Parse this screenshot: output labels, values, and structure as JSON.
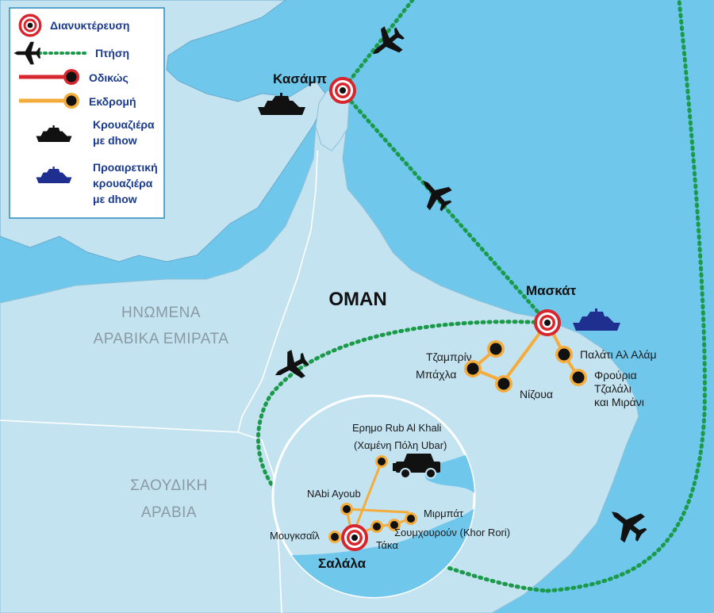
{
  "legend": {
    "stop": "Διανυκτέρευση",
    "flight": "Πτήση",
    "road": "Οδικώς",
    "excursion": "Εκδρομή",
    "cruise_line1": "Κρουαζιέρα",
    "cruise_line2": "με dhow",
    "optional_line1": "Προαιρετική",
    "optional_line2": "κρουαζιέρα",
    "optional_line3": "με dhow"
  },
  "countries": {
    "uae_line1": "ΗΝΩΜΕΝΑ",
    "uae_line2": "ΑΡΑΒΙΚΑ ΕΜΙΡΑΤΑ",
    "oman": "ΟΜΑΝ",
    "saudi_line1": "ΣΑΟΥΔΙΚΗ",
    "saudi_line2": "ΑΡΑΒΙΑ"
  },
  "places": {
    "khasab": "Κασάμπ",
    "muscat": "Μασκάτ",
    "salalah": "Σαλάλα",
    "jabrin": "Τζαμπρίν",
    "bahla": "Μπάχλα",
    "nizwa": "Νίζουα",
    "alam_palace": "Παλάτι Αλ Αλάμ",
    "forts_line1": "Φρούρια",
    "forts_line2": "Τζαλάλι",
    "forts_line3": "και Μιράνι",
    "rub_line1": "Ερημο Rub Al Khali",
    "rub_line2": "(Χαμένη Πόλη Ubar)",
    "nabi_ayoub": "NAbi Ayoub",
    "mirbat": "Μιρμπάτ",
    "sumhuram": "Σουμχουρούν (Khor Rori)",
    "taqa": "Τάκα",
    "mughsail": "Μουγκσαΐλ"
  },
  "colors": {
    "sea": "#6fc8ec",
    "land": "#c3e3f1",
    "flight_route": "#1b9a4a",
    "road_route": "#d7262e",
    "excursion_route": "#f4ad3d",
    "cruise_icon": "#111111",
    "optional_cruise_icon": "#1e2f8f"
  },
  "icons": [
    "stop-marker-icon",
    "plane-icon",
    "road-marker-icon",
    "excursion-marker-icon",
    "boat-icon",
    "jeep-icon"
  ]
}
